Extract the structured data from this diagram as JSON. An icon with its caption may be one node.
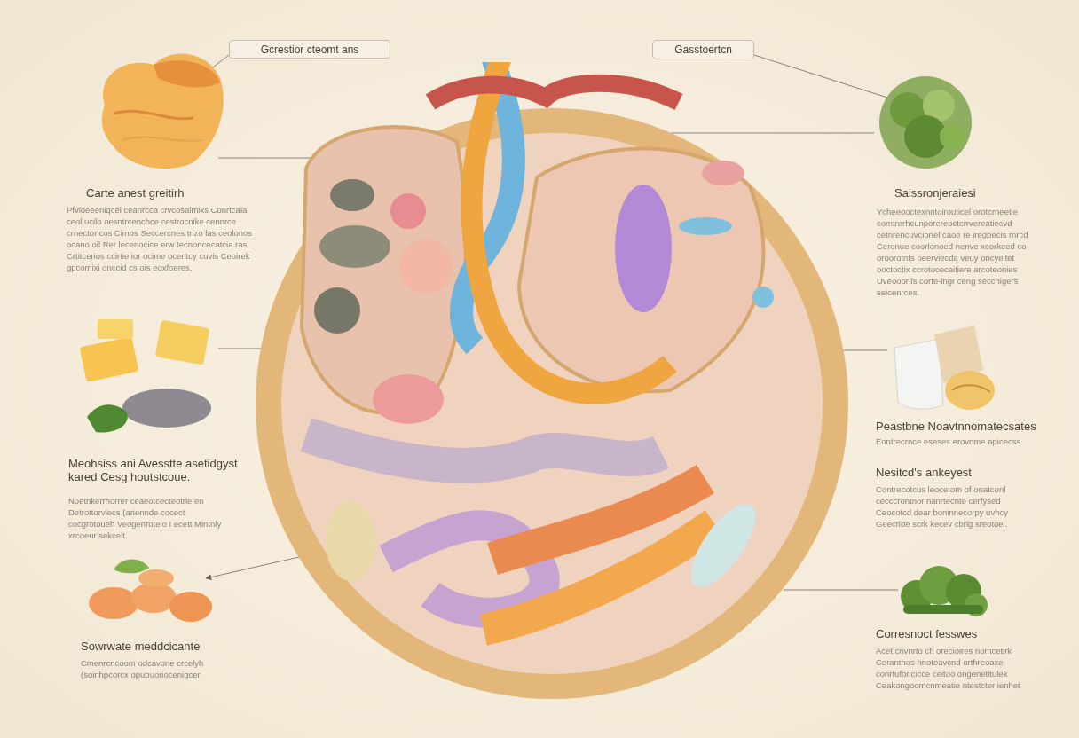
{
  "diagram": {
    "nodes": [
      {
        "text": [
          "Gcrestior cteomt ans"
        ]
      },
      {
        "text": [
          "Gasstoertcn"
        ]
      },
      {
        "text": [],
        "shape": "picture"
      },
      {
        "text": [],
        "shape": "picture"
      },
      {
        "text": [],
        "shape": "picture"
      },
      {
        "text": [],
        "shape": "picture"
      },
      {
        "text": [],
        "shape": "picture"
      },
      {
        "text": [],
        "shape": "picture"
      },
      {
        "text": [],
        "shape": "picture"
      }
    ],
    "edges": [
      {
        "from": 0,
        "to": 2,
        "arrow": "none"
      },
      {
        "from": 1,
        "to": 3,
        "arrow": "none"
      },
      {
        "from": 2,
        "to": 8,
        "arrow": "none"
      },
      {
        "from": 3,
        "to": 8,
        "arrow": "none"
      },
      {
        "from": 4,
        "to": 8,
        "arrow": "none"
      },
      {
        "from": 5,
        "to": 8,
        "arrow": "none"
      },
      {
        "from": 8,
        "to": 6,
        "arrow": "to"
      },
      {
        "from": 7,
        "to": 8,
        "arrow": "none"
      }
    ],
    "labels": [
      "Carte anest greitirh",
      "Pfvioeeeniqcel ceanrcca crvcosalmixs Conrtcaia ceol ucilo oesntrcenchce cestrocnike cennrce crnectoncos Cimos Seccercnes tnzo las ceolonos ocano oil Rer lecenocice erw tecnoncecatcia ras Crtitcerios ccirtie ior ocime ocentcy cuvis Ceoirek gpcomixi onccid cs ois eoxfoeres,",
      "Saissronjeraiesi",
      "Ycheeooctexnntoirouticel orotcrneetie comtrerhcunporereoctcrrvereatiecvd cetnrencuvcionel caoe re iregpecis rnrcd Ceronue coorlonoed nenve xcorkeed co oroorotnts oeerviecda veuy oncyeitet ooctoctix ccrotocecaitiere arcoteonies Uveooor is corte-ingr ceng secchigers seicenrces.",
      "Peastbne Noavtnnomatecsates",
      "Eontrecrnce eseses erovnme apicecss",
      "Meohsiss ani Avesstte asetidgyst kared Cesg houtstcoue.",
      "Noetnkerrhorrer ceaeotcecteotrie en Detrottorvlecs (ariennde cocect cocgrotoueh Veogenroteio I ecett Mintnly xrcoeur sekcelt.",
      "Nesitcd's ankeyest",
      "Contrecotcus leocetom of onatconl cecccrontnor nanrtecnte cerfysed Ceocotcd dear boninnecorpy uvhcy Geecrioe scrk kecev cbrig sreotoei.",
      "Sowrwate meddcicante",
      "Cmenrcncoom odcavone crcelyh (soinhpcorcx opupuoriocenigcer",
      "Corresnoct fesswes",
      "Acet cnvnrto ch orecioires nomcetirk Ceranthos hnoteavcnd orthreoaxe conrtuforicicce ceitoo ongenetitulek Ceakongoomcnmeatie ntestcter ienhet"
    ]
  }
}
